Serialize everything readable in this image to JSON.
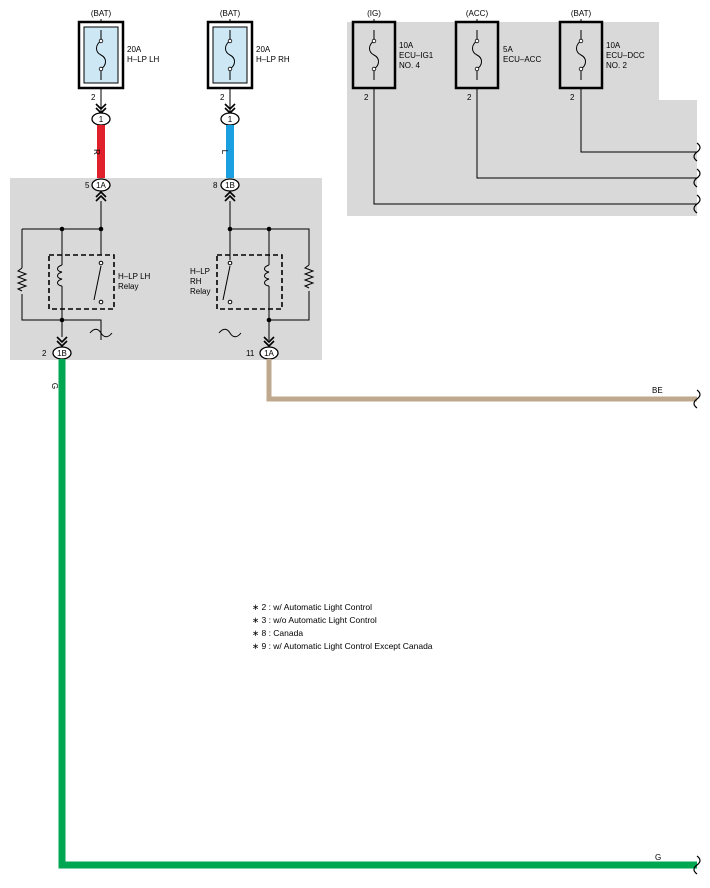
{
  "fuses_top": [
    {
      "source": "(BAT)",
      "rating": "20A",
      "name": "H–LP LH",
      "pin": "2"
    },
    {
      "source": "(BAT)",
      "rating": "20A",
      "name": "H–LP RH",
      "pin": "2"
    }
  ],
  "fuses_right": [
    {
      "source": "(IG)",
      "rating": "10A",
      "name": "ECU–IG1",
      "name2": "NO. 4",
      "pin": "2"
    },
    {
      "source": "(ACC)",
      "rating": "5A",
      "name": "ECU–ACC",
      "name2": "",
      "pin": "2"
    },
    {
      "source": "(BAT)",
      "rating": "10A",
      "name": "ECU–DCC",
      "name2": "NO. 2",
      "pin": "2"
    }
  ],
  "connectors": {
    "c1_left": "1",
    "c1_right": "1",
    "c2_left": "1A",
    "c2_left_pin": "5",
    "c2_right": "1B",
    "c2_right_pin": "8",
    "c3_left": "1B",
    "c3_left_pin": "2",
    "c3_right": "1A",
    "c3_right_pin": "11"
  },
  "wires": {
    "red_label": "R",
    "blue_label": "L",
    "green_label": "G",
    "brown_label": "BE",
    "green_end_label": "G",
    "colors": {
      "red": "#e0202a",
      "blue": "#1aa0e0",
      "green": "#00a650",
      "brown": "#bfa98e",
      "panel": "#d9d9da",
      "fuse_fill": "#cde8f4"
    }
  },
  "relays": {
    "left": [
      "H–LP LH",
      "Relay"
    ],
    "right": [
      "H–LP",
      "RH",
      "Relay"
    ]
  },
  "notes": [
    "∗ 2 : w/ Automatic Light Control",
    "∗ 3 : w/o Automatic Light Control",
    "∗ 8 : Canada",
    "∗ 9 : w/ Automatic Light Control Except Canada"
  ]
}
